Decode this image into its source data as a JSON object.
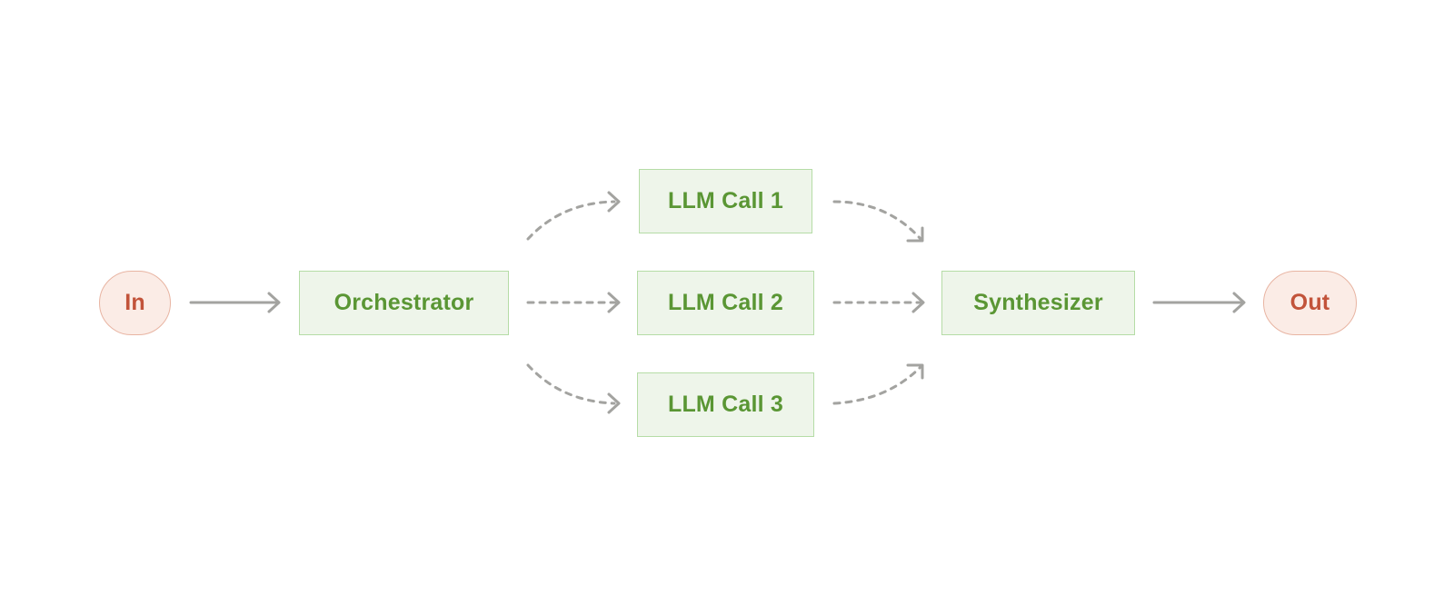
{
  "diagram": {
    "nodes": {
      "input": "In",
      "orchestrator": "Orchestrator",
      "llm_call_1": "LLM Call 1",
      "llm_call_2": "LLM Call 2",
      "llm_call_3": "LLM Call 3",
      "synthesizer": "Synthesizer",
      "output": "Out"
    },
    "edges": [
      {
        "from": "In",
        "to": "Orchestrator",
        "style": "solid"
      },
      {
        "from": "Orchestrator",
        "to": "LLM Call 1",
        "style": "dotted"
      },
      {
        "from": "Orchestrator",
        "to": "LLM Call 2",
        "style": "dotted"
      },
      {
        "from": "Orchestrator",
        "to": "LLM Call 3",
        "style": "dotted"
      },
      {
        "from": "LLM Call 1",
        "to": "Synthesizer",
        "style": "dotted"
      },
      {
        "from": "LLM Call 2",
        "to": "Synthesizer",
        "style": "dotted"
      },
      {
        "from": "LLM Call 3",
        "to": "Synthesizer",
        "style": "dotted"
      },
      {
        "from": "Synthesizer",
        "to": "Out",
        "style": "solid"
      }
    ],
    "colors": {
      "step_fill": "#eef5ea",
      "step_border": "#b5dca6",
      "step_text": "#5a9634",
      "terminal_fill": "#fbece6",
      "terminal_border": "#e8b4a2",
      "terminal_text": "#c2533a",
      "arrow": "#a3a3a0"
    }
  }
}
